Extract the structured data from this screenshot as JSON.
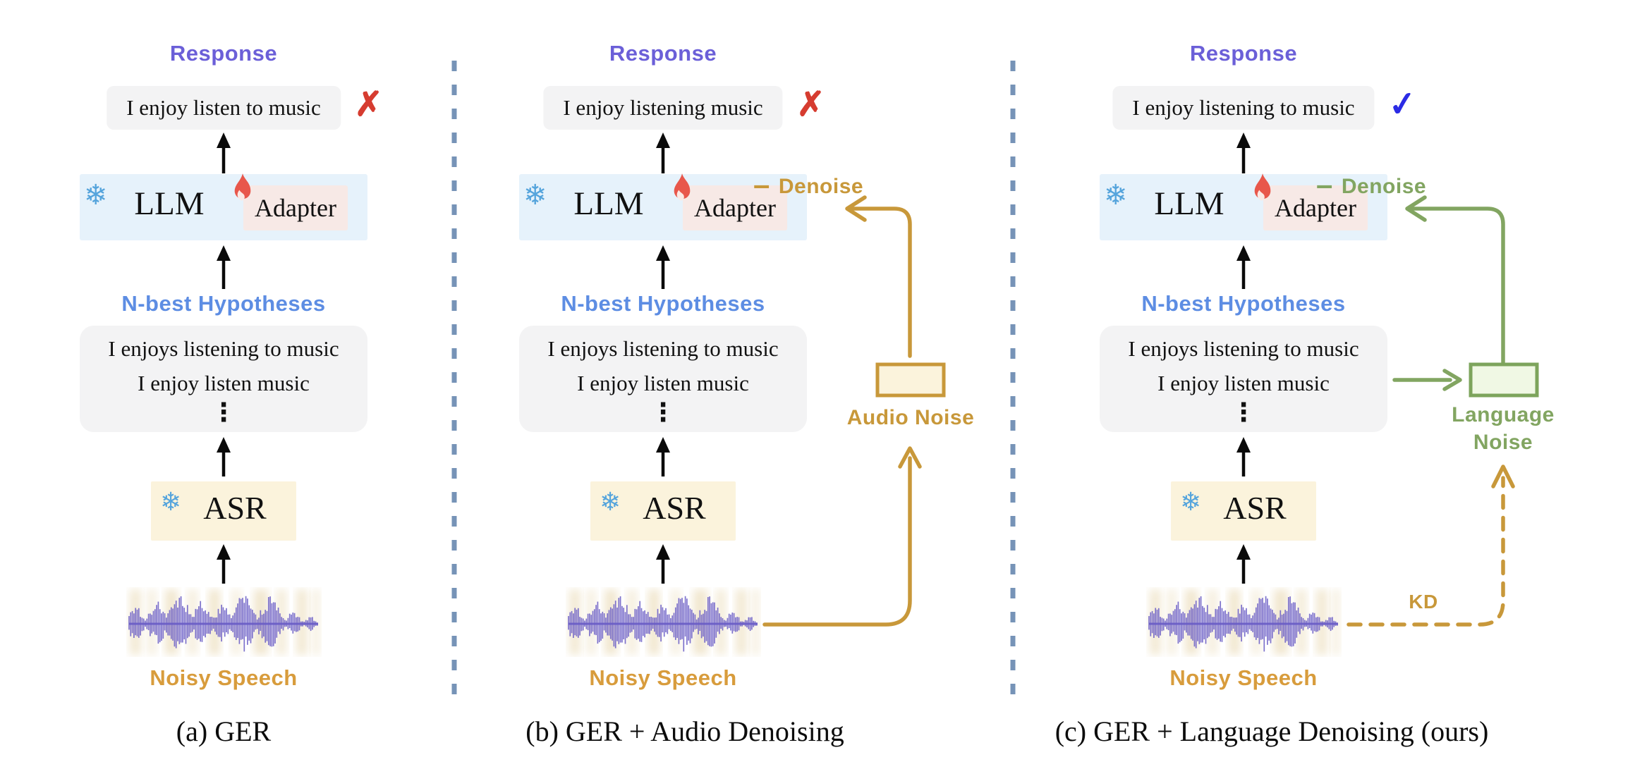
{
  "figure": {
    "type": "three-panel pipeline comparison diagram",
    "colors": {
      "gold": "#C8983A",
      "green": "#82A561",
      "purple_label": "#6B5FD8",
      "blue_label": "#5D8DE3",
      "divider_blue": "#7693B7",
      "wrong_red": "#D63C30",
      "correct_blue": "#2B2BE5",
      "llm_bg": "#E6F2FB",
      "adapter_bg": "#F7E9E6",
      "asr_bg": "#FBF3DC",
      "gray_box": "#f3f3f4",
      "snowflake_blue": "#55A4DC",
      "noise_box_green_fill": "#F0F8E4",
      "noise_box_gold_fill": "#FBF3DC"
    }
  },
  "shared": {
    "response_label": "Response",
    "nbest_label": "N-best Hypotheses",
    "llm_label": "LLM",
    "adapter_label": "Adapter",
    "asr_label": "ASR",
    "noisy_speech_label": "Noisy Speech",
    "snowflake": "❄",
    "hypotheses": [
      "I enjoys listening to music",
      "I enjoy listen music"
    ],
    "ellipsis": "⋮"
  },
  "panels": [
    {
      "id": "a",
      "caption": "(a) GER",
      "response": "I enjoy listen to music",
      "mark": "✗",
      "mark_meaning": "incorrect"
    },
    {
      "id": "b",
      "caption": "(b) GER + Audio Denoising",
      "response": "I enjoy listening music",
      "mark": "✗",
      "mark_meaning": "incorrect",
      "minus": "–",
      "denoise_label": "Denoise",
      "noise_label": "Audio Noise"
    },
    {
      "id": "c",
      "caption": "(c) GER + Language Denoising (ours)",
      "response": "I enjoy listening to music",
      "mark": "✓",
      "mark_meaning": "correct",
      "minus": "–",
      "denoise_label": "Denoise",
      "noise_label_line1": "Language",
      "noise_label_line2": "Noise",
      "kd_label": "KD"
    }
  ]
}
